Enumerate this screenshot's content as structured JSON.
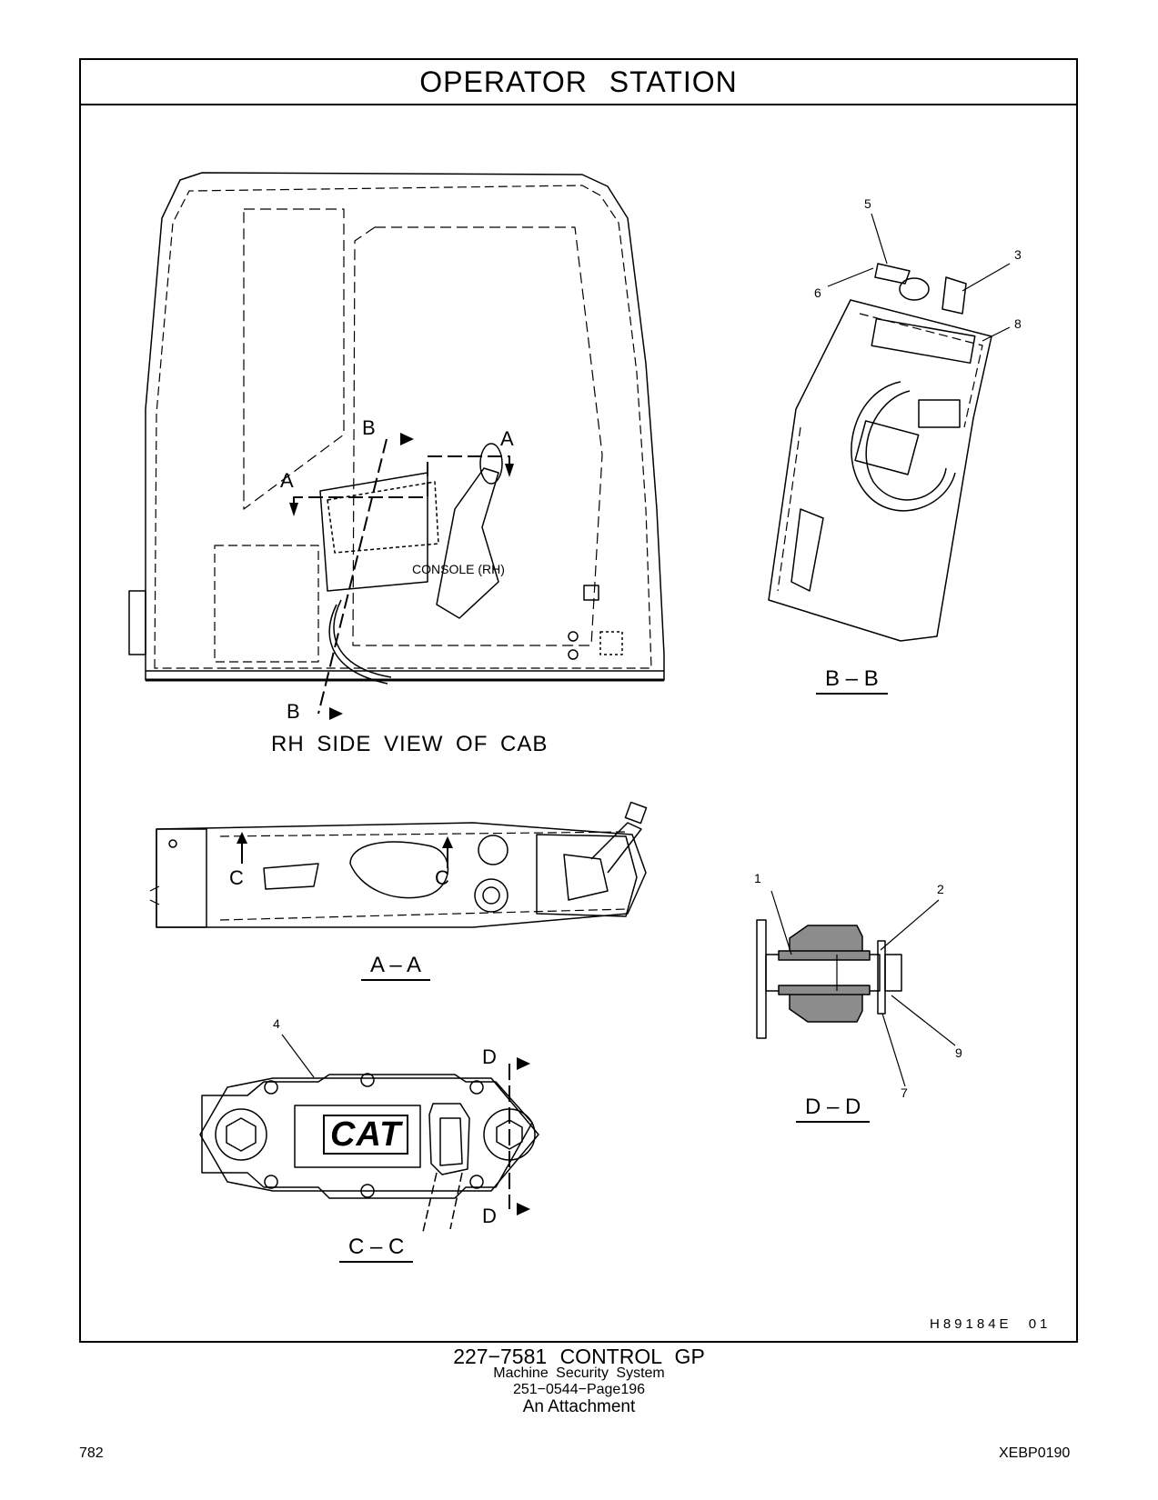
{
  "page_title": "OPERATOR STATION",
  "views": {
    "rh_side": {
      "title": "RH SIDE VIEW OF CAB",
      "console_label": "CONSOLE (RH)",
      "sec_a_left": "A",
      "sec_a_right": "A",
      "sec_b_top": "B",
      "sec_b_bottom": "B"
    },
    "bb": {
      "title": "B – B"
    },
    "aa": {
      "title": "A – A",
      "sec_c_left": "C",
      "sec_c_right": "C"
    },
    "cc": {
      "title": "C – C",
      "sec_d_top": "D",
      "sec_d_bottom": "D",
      "logo_text": "CAT"
    },
    "dd": {
      "title": "D – D"
    }
  },
  "callouts": [
    "1",
    "2",
    "3",
    "4",
    "5",
    "6",
    "7",
    "8",
    "9"
  ],
  "drawing_ref": "H89184E 01",
  "footer": {
    "part": "227−7581 CONTROL GP",
    "system": "Machine Security System",
    "ref": "251−0544−Page196",
    "note": "An Attachment"
  },
  "page_number": "782",
  "doc_code": "XEBP0190"
}
